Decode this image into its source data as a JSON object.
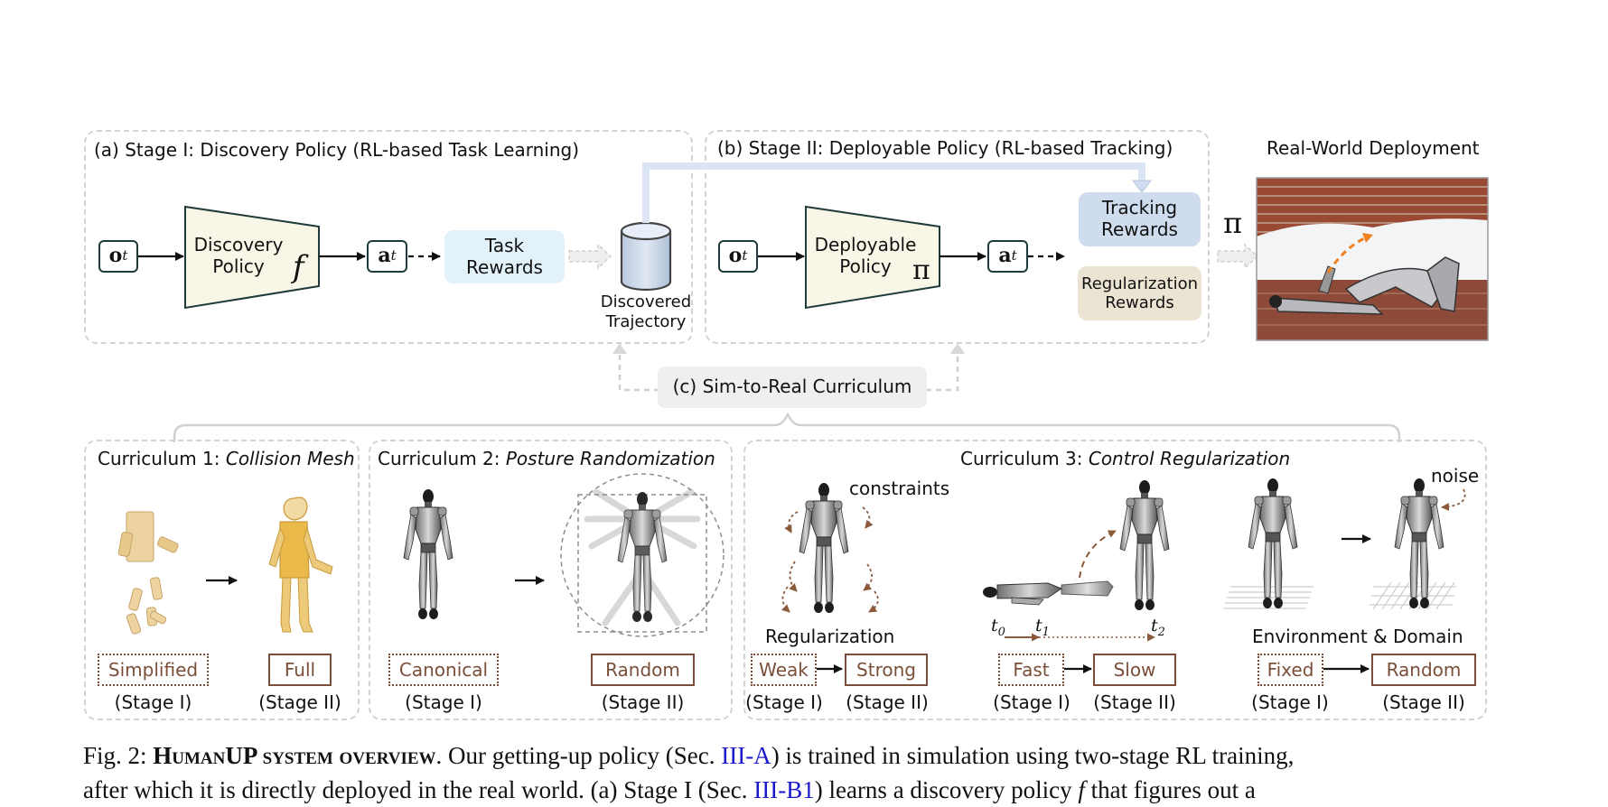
{
  "stage1": {
    "title": "(a) Stage I: Discovery Policy (RL-based Task Learning)",
    "obs": "o",
    "obs_sub": "t",
    "policy_line1": "Discovery",
    "policy_line2": "Policy",
    "policy_symbol": "f",
    "act": "a",
    "act_sub": "t",
    "reward_line1": "Task",
    "reward_line2": "Rewards",
    "db_line1": "Discovered",
    "db_line2": "Trajectory"
  },
  "stage2": {
    "title": "(b) Stage II: Deployable Policy (RL-based Tracking)",
    "obs": "o",
    "obs_sub": "t",
    "policy_line1": "Deployable",
    "policy_line2": "Policy",
    "policy_symbol": "π",
    "act": "a",
    "act_sub": "t",
    "tracking_line1": "Tracking",
    "tracking_line2": "Rewards",
    "reg_line1": "Regularization",
    "reg_line2": "Rewards"
  },
  "deploy": {
    "title": "Real-World Deployment",
    "pi": "π"
  },
  "curriculum_header": "(c) Sim-to-Real Curriculum",
  "curriculum1": {
    "title_prefix": "Curriculum 1: ",
    "title_italic": "Collision Mesh",
    "left_tag": "Simplified",
    "right_tag": "Full",
    "left_stage": "(Stage I)",
    "right_stage": "(Stage II)"
  },
  "curriculum2": {
    "title_prefix": "Curriculum 2: ",
    "title_italic": "Posture Randomization",
    "left_tag": "Canonical",
    "right_tag": "Random",
    "left_stage": "(Stage I)",
    "right_stage": "(Stage II)"
  },
  "curriculum3": {
    "title_prefix": "Curriculum 3: ",
    "title_italic": "Control Regularization",
    "constraints": "constraints",
    "regularization": "Regularization",
    "t0": "t",
    "t0_sub": "0",
    "t1": "t",
    "t1_sub": "1",
    "t2": "t",
    "t2_sub": "2",
    "noise": "noise",
    "env_domain": "Environment & Domain",
    "weak": "Weak",
    "strong": "Strong",
    "fast": "Fast",
    "slow": "Slow",
    "fixed": "Fixed",
    "random": "Random",
    "stage_i": "(Stage I)",
    "stage_ii": "(Stage II)"
  },
  "caption": {
    "fig": "Fig. 2: ",
    "name": "HumanUP system overview",
    "t1": ". Our getting-up policy (Sec. ",
    "ref1": "III-A",
    "t2": ") is trained in simulation using two-stage RL training,",
    "line2a": "after which it is directly deployed in the real world. (a) Stage I (Sec. ",
    "ref2": "III-B1",
    "line2b": ") learns a discovery policy ",
    "f": "f",
    "line2c": " that figures out a"
  },
  "colors": {
    "policy_fill": "#f8f6e6",
    "policy_stroke": "#1f3a3a",
    "task_reward": "#e3f2fa",
    "tracking_reward": "#cfdced",
    "reg_reward": "#ece4d3",
    "curriculum_header_bg": "#efefef",
    "tag_brown": "#7a4f3a",
    "mesh_yellow": "#e9c98a"
  }
}
